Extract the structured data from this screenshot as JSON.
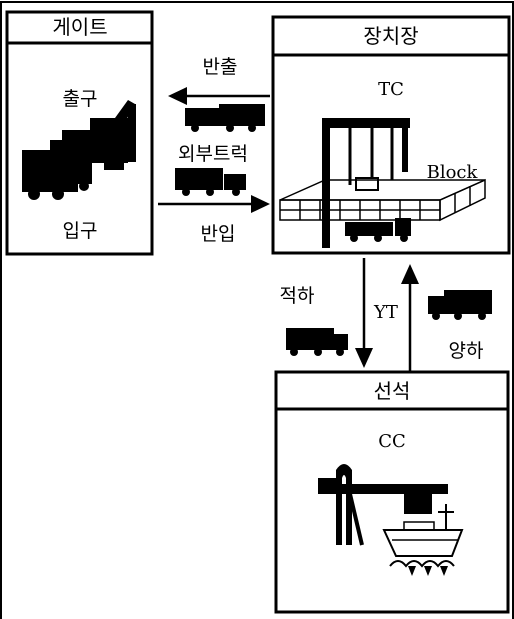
{
  "gate": {
    "title": "게이트",
    "exit": "출구",
    "entry": "입구"
  },
  "yard": {
    "title": "장치장",
    "crane": "TC",
    "block": "Block"
  },
  "flows": {
    "carry_out": "반출",
    "external_truck": "외부트럭",
    "carry_in": "반입",
    "loading": "적하",
    "yard_tractor": "YT",
    "unloading": "양하"
  },
  "berth": {
    "title": "선석",
    "crane": "CC"
  }
}
